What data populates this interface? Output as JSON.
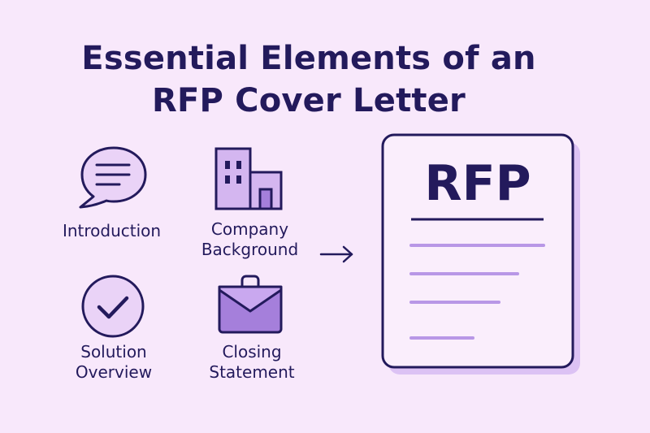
{
  "title_line1": "Essential Elements of an",
  "title_line2": "RFP Cover Letter",
  "elements": {
    "introduction": {
      "label": "Introduction",
      "icon": "speech-bubble-icon"
    },
    "company_background": {
      "label_line1": "Company",
      "label_line2": "Background",
      "icon": "building-icon"
    },
    "solution_overview": {
      "label_line1": "Solution",
      "label_line2": "Overview",
      "icon": "checkmark-circle-icon"
    },
    "closing_statement": {
      "label_line1": "Closing",
      "label_line2": "Statement",
      "icon": "briefcase-icon"
    }
  },
  "document": {
    "heading": "RFP",
    "icon": "document-icon"
  },
  "arrow_icon": "arrow-right-icon",
  "colors": {
    "background": "#f8e8fb",
    "navy": "#231a5c",
    "purple_fill": "#d4b6f0",
    "purple_dark": "#a57fdb",
    "line_purple": "#b897e6"
  }
}
